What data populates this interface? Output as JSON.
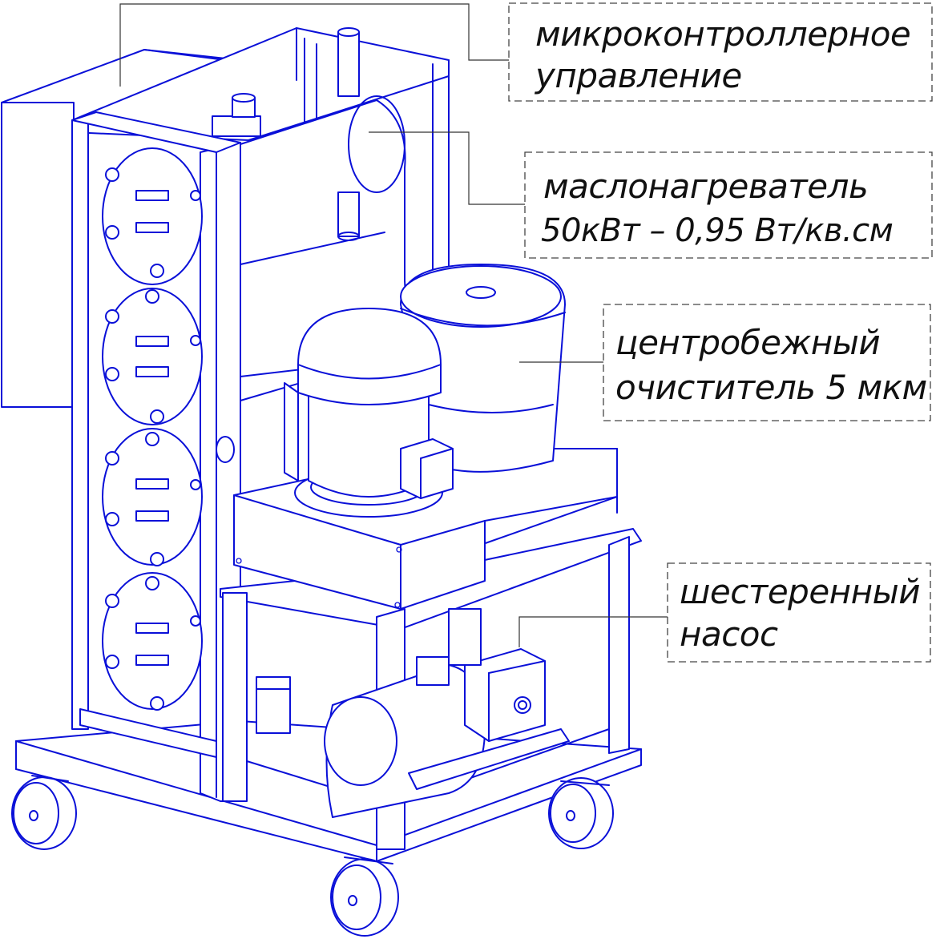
{
  "callouts": {
    "controller": {
      "line1": "микроконтроллерное",
      "line2": "управление"
    },
    "heater": {
      "line1": "маслонагреватель",
      "line2": "50кВт – 0,95 Вт/кв.см"
    },
    "centrifuge": {
      "line1": "центробежный",
      "line2": "очиститель 5 мкм"
    },
    "pump": {
      "line1": "шестеренный",
      "line2": "насос"
    }
  },
  "colors": {
    "linework": "#0a10d8",
    "leader": "#333333",
    "background": "#ffffff"
  }
}
